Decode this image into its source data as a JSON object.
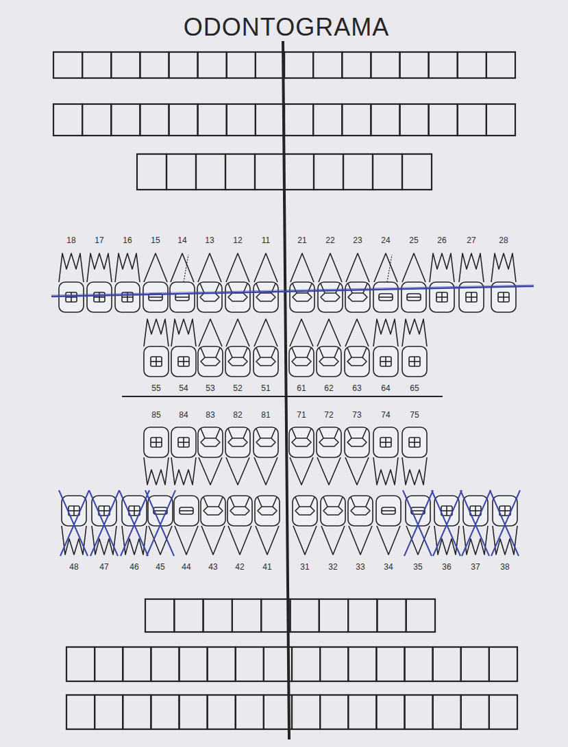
{
  "diagram": {
    "title": "ODONTOGRAMA",
    "labels": [
      "18",
      "17",
      "16",
      "15",
      "14",
      "13",
      "12",
      "11",
      "21",
      "22",
      "23",
      "24",
      "25",
      "26",
      "27",
      "28",
      "55",
      "54",
      "53",
      "52",
      "51",
      "61",
      "62",
      "63",
      "64",
      "65",
      "85",
      "84",
      "83",
      "82",
      "81",
      "71",
      "72",
      "73",
      "74",
      "75",
      "48",
      "47",
      "46",
      "45",
      "44",
      "43",
      "42",
      "41",
      "31",
      "32",
      "33",
      "34",
      "35",
      "36",
      "37",
      "38"
    ]
  }
}
